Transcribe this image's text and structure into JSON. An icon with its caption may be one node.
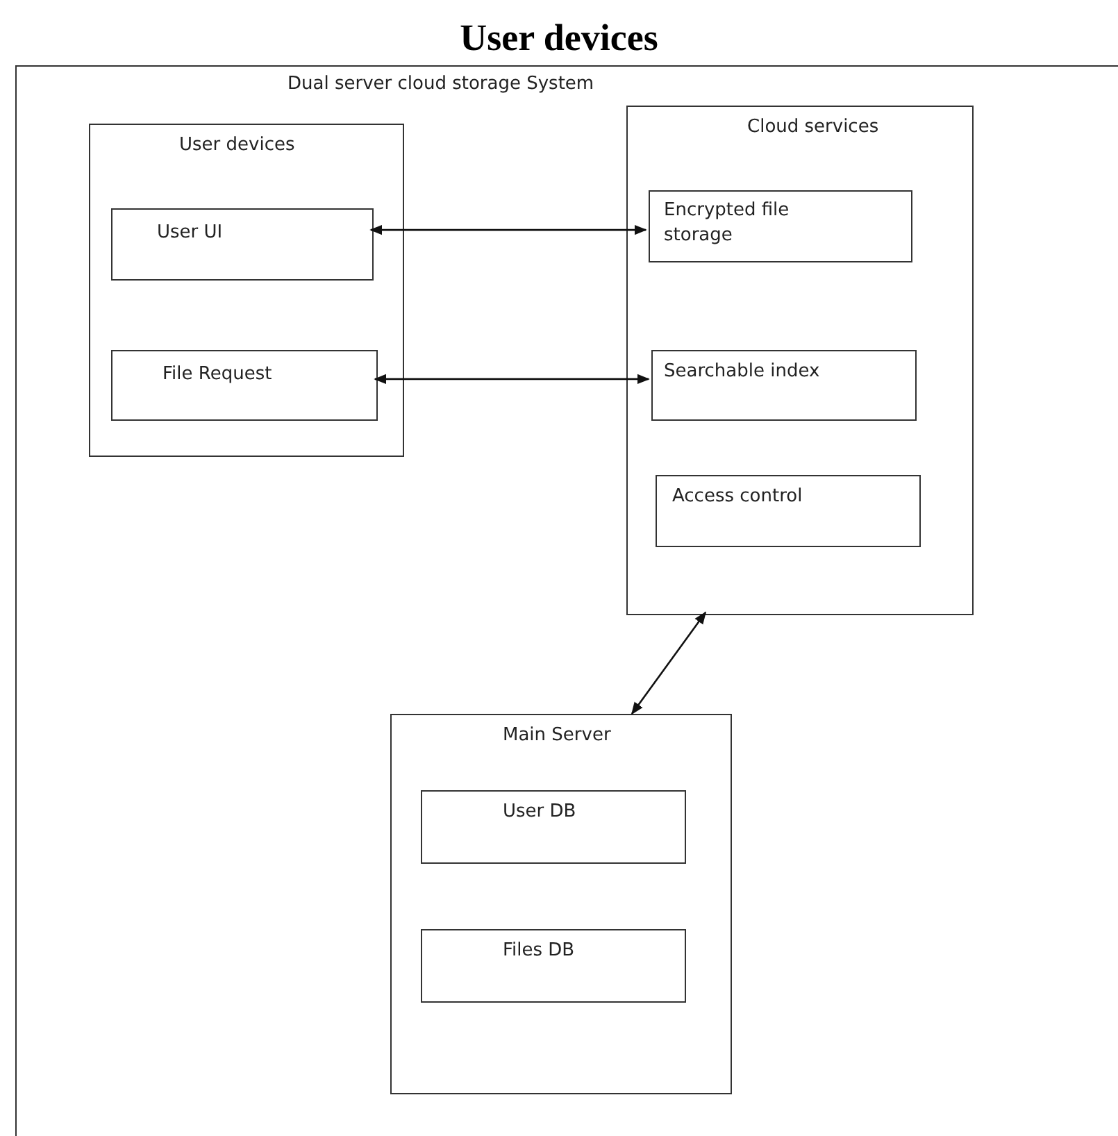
{
  "diagram": {
    "title": "User devices",
    "nodes": [
      {
        "text": [
          "Dual server cloud storage System"
        ]
      },
      {
        "text": [
          "User devices"
        ],
        "in": 0
      },
      {
        "text": [
          "User UI"
        ],
        "in": 1
      },
      {
        "text": [
          "File Request"
        ],
        "in": 1
      },
      {
        "text": [
          "Cloud services"
        ],
        "in": 0
      },
      {
        "text": [
          "Encrypted file storage"
        ],
        "in": 4
      },
      {
        "text": [
          "Searchable index"
        ],
        "in": 4
      },
      {
        "text": [
          "Access control"
        ],
        "in": 4
      },
      {
        "text": [
          "Main Server"
        ],
        "in": 0
      },
      {
        "text": [
          "User DB"
        ],
        "in": 8
      },
      {
        "text": [
          "Files DB"
        ],
        "in": 8
      }
    ],
    "edges": [
      {
        "from": 2,
        "to": 5,
        "arrow": "both"
      },
      {
        "from": 3,
        "to": 6,
        "arrow": "both"
      },
      {
        "from": 4,
        "to": 8,
        "arrow": "both"
      }
    ]
  }
}
